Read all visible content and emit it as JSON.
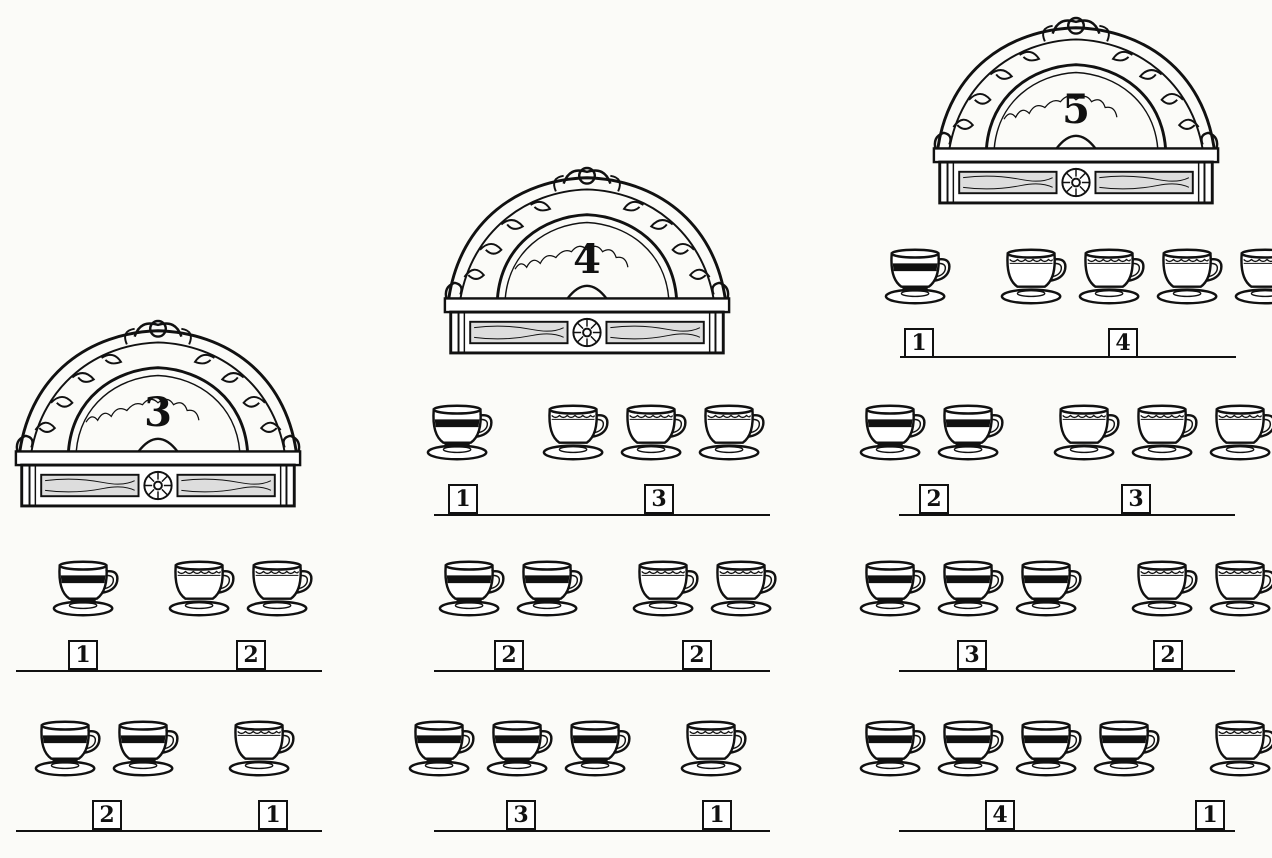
{
  "groups": [
    {
      "number": "3",
      "rows": [
        {
          "striped": 1,
          "plain": 2,
          "left_label": "1",
          "right_label": "2"
        },
        {
          "striped": 2,
          "plain": 1,
          "left_label": "2",
          "right_label": "1"
        }
      ]
    },
    {
      "number": "4",
      "rows": [
        {
          "striped": 1,
          "plain": 3,
          "left_label": "1",
          "right_label": "3"
        },
        {
          "striped": 2,
          "plain": 2,
          "left_label": "2",
          "right_label": "2"
        },
        {
          "striped": 3,
          "plain": 1,
          "left_label": "3",
          "right_label": "1"
        }
      ]
    },
    {
      "number": "5",
      "rows": [
        {
          "striped": 1,
          "plain": 4,
          "left_label": "1",
          "right_label": "4"
        },
        {
          "striped": 2,
          "plain": 3,
          "left_label": "2",
          "right_label": "3"
        },
        {
          "striped": 3,
          "plain": 2,
          "left_label": "3",
          "right_label": "2"
        },
        {
          "striped": 4,
          "plain": 1,
          "left_label": "4",
          "right_label": "1"
        }
      ]
    }
  ],
  "icons": {
    "arch": "ornate-arch-icon",
    "striped_cup": "striped-teacup-icon",
    "plain_cup": "plain-teacup-icon"
  },
  "colors": {
    "ink": "#111111",
    "paper": "#fbfbf8"
  }
}
